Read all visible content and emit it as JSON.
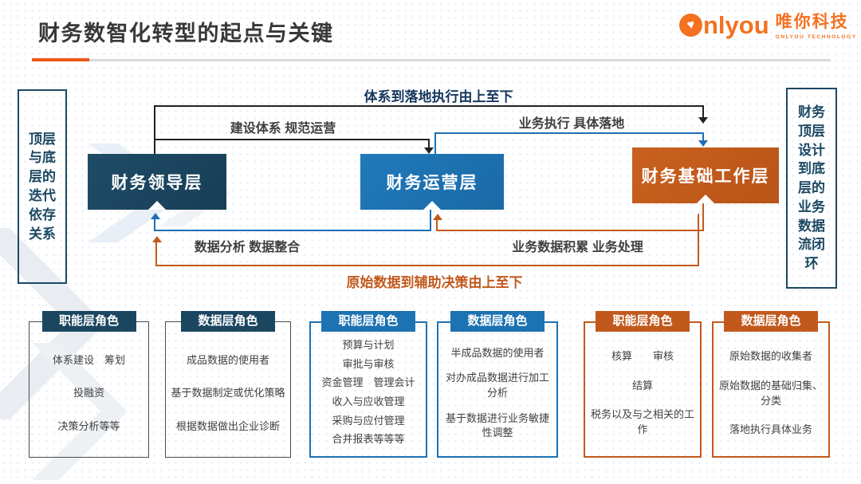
{
  "slide": {
    "title": "财务数智化转型的起点与关键"
  },
  "logo": {
    "brand": "Onlyou",
    "brand_rest": "nlyou",
    "name_cn": "唯你科技",
    "tagline": "ONLYOU TECHNOLOGY",
    "heart_icon": "heart",
    "brand_color": "#f4711f"
  },
  "side_labels": {
    "left": "顶层与底层的迭代依存关系",
    "right": "财务顶层设计到底层的业务数据流闭环"
  },
  "diagram": {
    "nodes": [
      {
        "label": "财务领导层",
        "color": "#1b4660"
      },
      {
        "label": "财务运营层",
        "color": "#1d72b1"
      },
      {
        "label": "财务基础工作层",
        "color": "#c2591c"
      }
    ],
    "flows": {
      "top_outer": "体系到落地执行由上至下",
      "build_system": "建设体系 规范运营",
      "business_execute": "业务执行 具体落地",
      "data_analyze": "数据分析 数据整合",
      "data_accumulate": "业务数据积累 业务处理",
      "bottom_outer": "原始数据到辅助决策由上至下"
    }
  },
  "role_cards": [
    {
      "header": "职能层角色",
      "theme": "navy",
      "items": [
        "体系建设　筹划",
        "投融资",
        "决策分析等等"
      ]
    },
    {
      "header": "数据层角色",
      "theme": "navy",
      "items": [
        "成品数据的使用者",
        "基于数据制定或优化策略",
        "根据数据做出企业诊断"
      ]
    },
    {
      "header": "职能层角色",
      "theme": "blue",
      "items": [
        "预算与计划",
        "审批与审核",
        "资金管理　管理会计",
        "收入与应收管理",
        "采购与应付管理",
        "合并报表等等等"
      ]
    },
    {
      "header": "数据层角色",
      "theme": "blue",
      "items": [
        "半成品数据的使用者",
        "对办成品数据进行加工分析",
        "基于数据进行业务敏捷性调整"
      ]
    },
    {
      "header": "职能层角色",
      "theme": "orange",
      "items": [
        "核算　　审核",
        "结算",
        "税务以及与之相关的工作"
      ]
    },
    {
      "header": "数据层角色",
      "theme": "orange",
      "items": [
        "原始数据的收集者",
        "原始数据的基础归集、分类",
        "落地执行具体业务"
      ]
    }
  ],
  "colors": {
    "leader_navy": "#1b4660",
    "operation_blue": "#1d72b1",
    "base_orange": "#c2591c",
    "accent_orange": "#ed5615",
    "label_gray": "#3f3f3f"
  }
}
